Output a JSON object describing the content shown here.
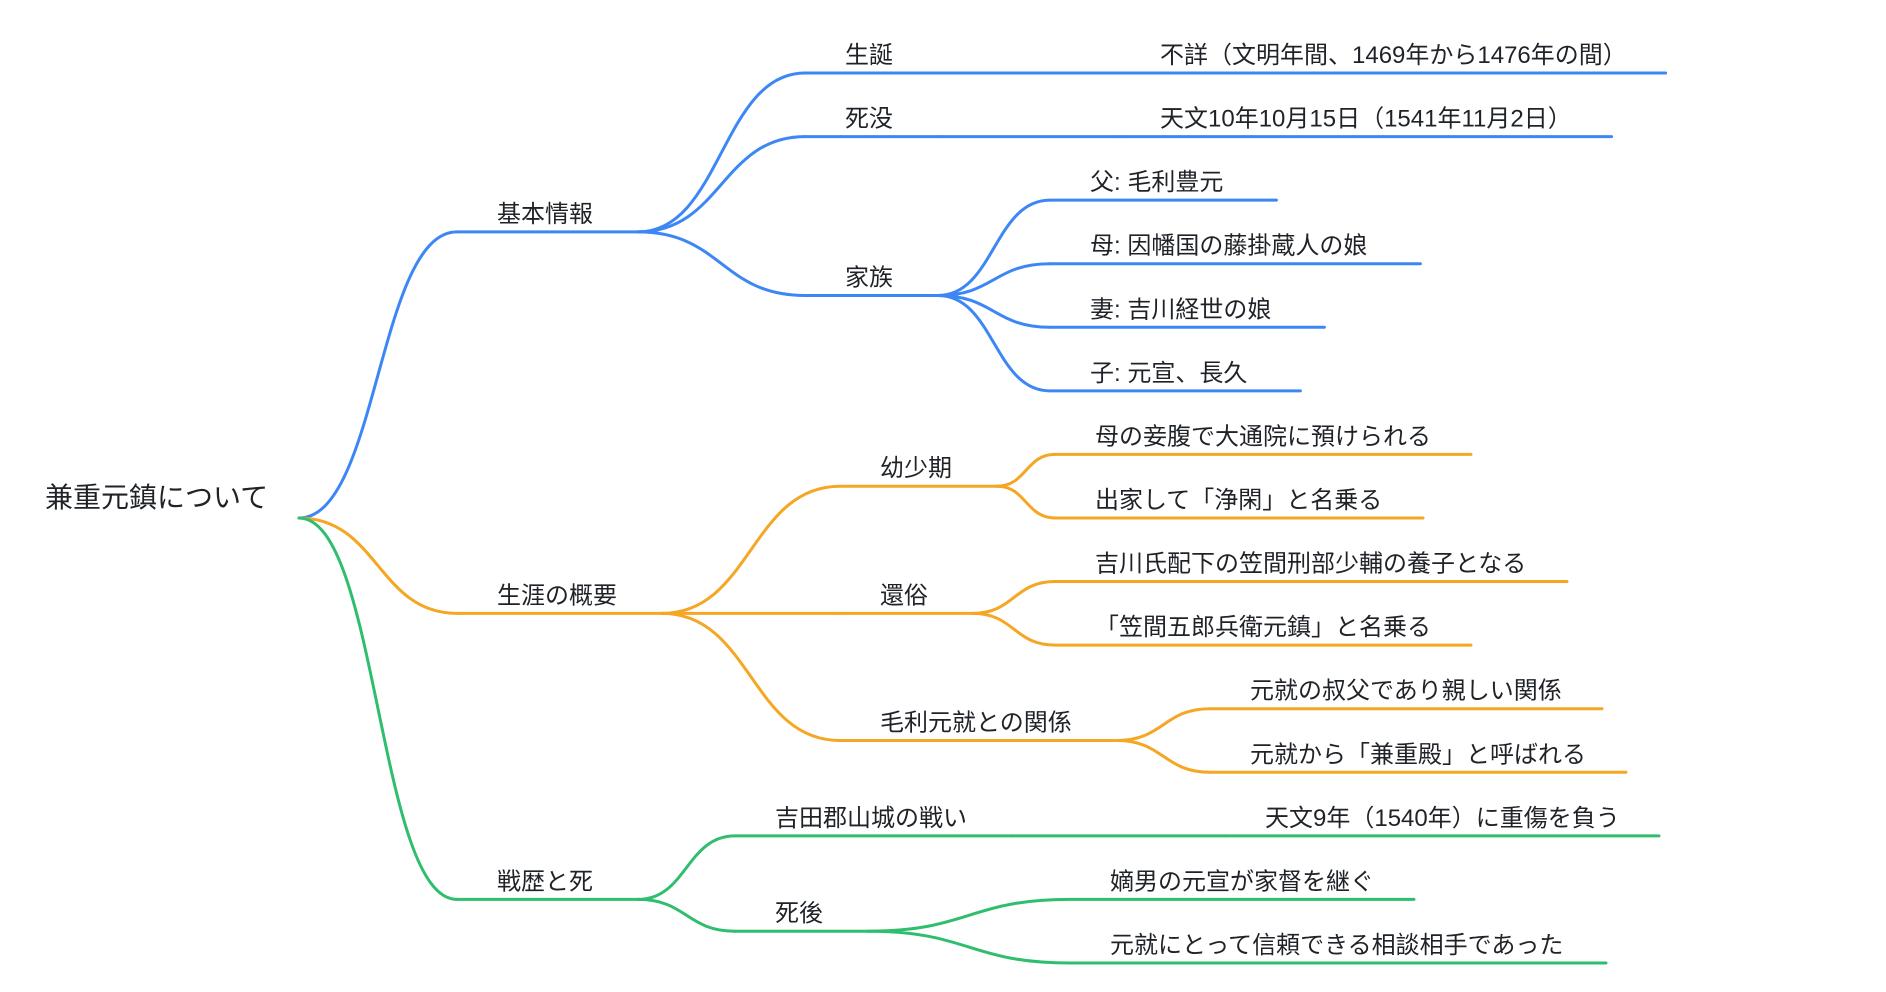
{
  "palette": {
    "blue": "#3c87f5",
    "orange": "#f5a623",
    "green": "#2fbe6e",
    "text_color": "#1f2328",
    "background": "#ffffff"
  },
  "mindmap": {
    "root": {
      "label": "兼重元鎮について",
      "children": [
        {
          "label": "基本情報",
          "color": "blue",
          "children": [
            {
              "label": "生誕",
              "children": [
                {
                  "label": "不詳（文明年間、1469年から1476年の間）"
                }
              ]
            },
            {
              "label": "死没",
              "children": [
                {
                  "label": "天文10年10月15日（1541年11月2日）"
                }
              ]
            },
            {
              "label": "家族",
              "children": [
                {
                  "label": "父: 毛利豊元"
                },
                {
                  "label": "母: 因幡国の藤掛蔵人の娘"
                },
                {
                  "label": "妻: 吉川経世の娘"
                },
                {
                  "label": "子: 元宣、長久"
                }
              ]
            }
          ]
        },
        {
          "label": "生涯の概要",
          "color": "orange",
          "children": [
            {
              "label": "幼少期",
              "children": [
                {
                  "label": "母の妾腹で大通院に預けられる"
                },
                {
                  "label": "出家して「浄閑」と名乗る"
                }
              ]
            },
            {
              "label": "還俗",
              "children": [
                {
                  "label": "吉川氏配下の笠間刑部少輔の養子となる"
                },
                {
                  "label": "「笠間五郎兵衛元鎮」と名乗る"
                }
              ]
            },
            {
              "label": "毛利元就との関係",
              "children": [
                {
                  "label": "元就の叔父であり親しい関係"
                },
                {
                  "label": "元就から「兼重殿」と呼ばれる"
                }
              ]
            }
          ]
        },
        {
          "label": "戦歴と死",
          "color": "green",
          "children": [
            {
              "label": "吉田郡山城の戦い",
              "children": [
                {
                  "label": "天文9年（1540年）に重傷を負う"
                }
              ]
            },
            {
              "label": "死後",
              "children": [
                {
                  "label": "嫡男の元宣が家督を継ぐ"
                },
                {
                  "label": "元就にとって信頼できる相談相手であった"
                }
              ]
            }
          ]
        }
      ]
    }
  }
}
